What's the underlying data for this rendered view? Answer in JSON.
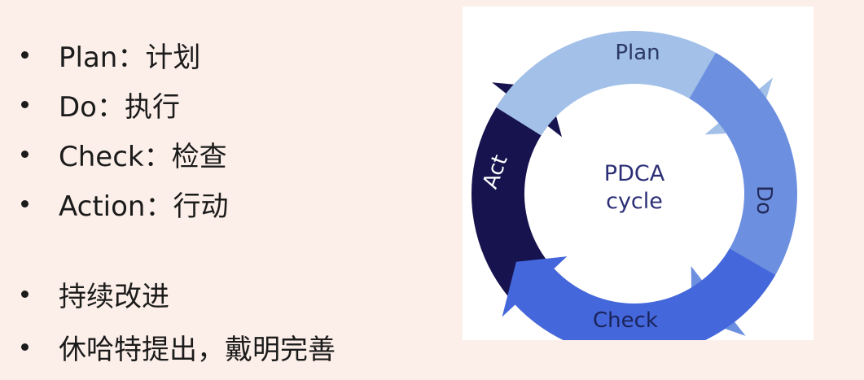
{
  "bullets": [
    {
      "text": "Plan：计划"
    },
    {
      "text": "Do：执行"
    },
    {
      "text": "Check：检查"
    },
    {
      "text": "Action：行动"
    },
    {
      "text": "持续改进"
    },
    {
      "text": "休哈特提出，戴明完善"
    }
  ],
  "diagram": {
    "center_line_1": "PDCA",
    "center_line_2": "cycle",
    "arrows": [
      {
        "label": "Plan",
        "color": "#a2c0e8",
        "text_color": "#2d3a68"
      },
      {
        "label": "Do",
        "color": "#6c8fe0",
        "text_color": "#222a5a"
      },
      {
        "label": "Check",
        "color": "#4467db",
        "text_color": "#1b245a"
      },
      {
        "label": "Act",
        "color": "#16134f",
        "text_color": "#ffffff"
      }
    ]
  }
}
